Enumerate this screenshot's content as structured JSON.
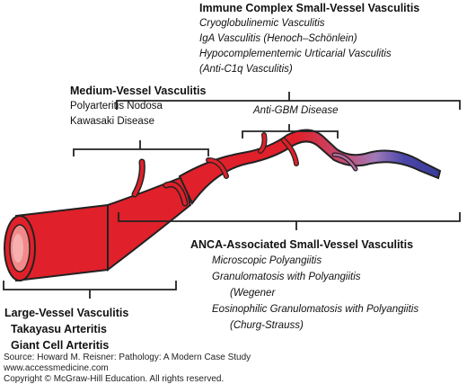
{
  "immune": {
    "title": "Immune Complex  Small-Vessel Vasculitis",
    "items": [
      "Cryoglobulinemic Vasculitis",
      "IgA Vasculitis (Henoch–Schönlein)",
      "Hypocomplementemic Urticarial Vasculitis",
      "(Anti-C1q Vasculitis)"
    ]
  },
  "medium": {
    "title": "Medium-Vessel Vasculitis",
    "items": [
      "Polyarteritis Nodosa",
      "Kawasaki Disease"
    ]
  },
  "antigbm": "Anti-GBM Disease",
  "anca": {
    "title": "ANCA-Associated Small-Vessel Vasculitis",
    "items": [
      "Microscopic Polyangiitis",
      "Granulomatosis with Polyangiitis",
      "(Wegener",
      "Eosinophilic Granulomatosis with Polyangiitis",
      "(Churg-Strauss)"
    ]
  },
  "large": {
    "title": "Large-Vessel Vasculitis",
    "items": [
      "Takayasu Arteritis",
      "Giant Cell Arteritis"
    ]
  },
  "source": {
    "line1": "Source: Howard M. Reisner: Pathology: A Modern Case Study",
    "line2": "www.accessmedicine.com",
    "line3": "Copyright © McGraw-Hill Education.  All rights reserved."
  },
  "colors": {
    "artery": "#e0202a",
    "mid": "#a07ab8",
    "vein": "#4a46a8"
  }
}
